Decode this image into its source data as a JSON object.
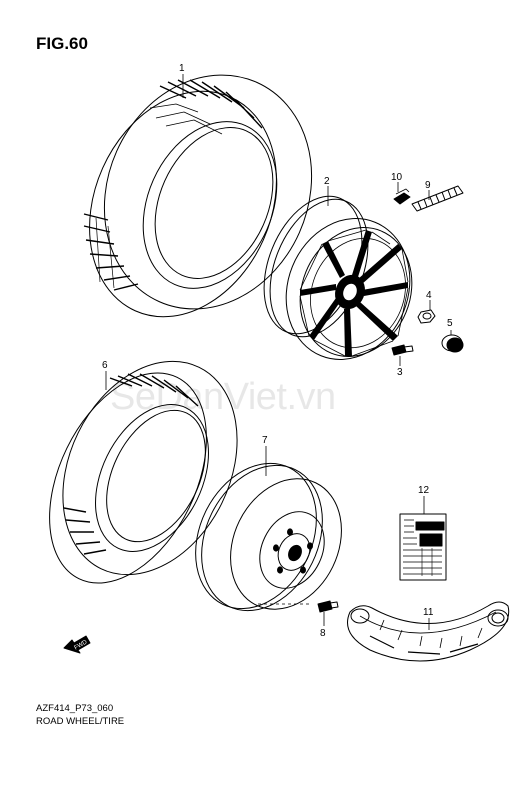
{
  "figure": {
    "title": "FIG.60",
    "code": "AZF414_P73_060",
    "caption": "ROAD WHEEL/TIRE",
    "watermark": "SeDanViet.vn",
    "fwd_label": "FWD"
  },
  "callouts": [
    {
      "id": "1",
      "part": "tire"
    },
    {
      "id": "2",
      "part": "alloy-wheel"
    },
    {
      "id": "3",
      "part": "valve"
    },
    {
      "id": "4",
      "part": "nut"
    },
    {
      "id": "5",
      "part": "center-cap"
    },
    {
      "id": "6",
      "part": "spare-tire"
    },
    {
      "id": "7",
      "part": "steel-wheel"
    },
    {
      "id": "8",
      "part": "spare-valve"
    },
    {
      "id": "9",
      "part": "balance-weight"
    },
    {
      "id": "10",
      "part": "weight-clip"
    },
    {
      "id": "11",
      "part": "spacer-tray"
    },
    {
      "id": "12",
      "part": "tire-label"
    }
  ],
  "colors": {
    "line": "#000000",
    "background": "#ffffff"
  }
}
